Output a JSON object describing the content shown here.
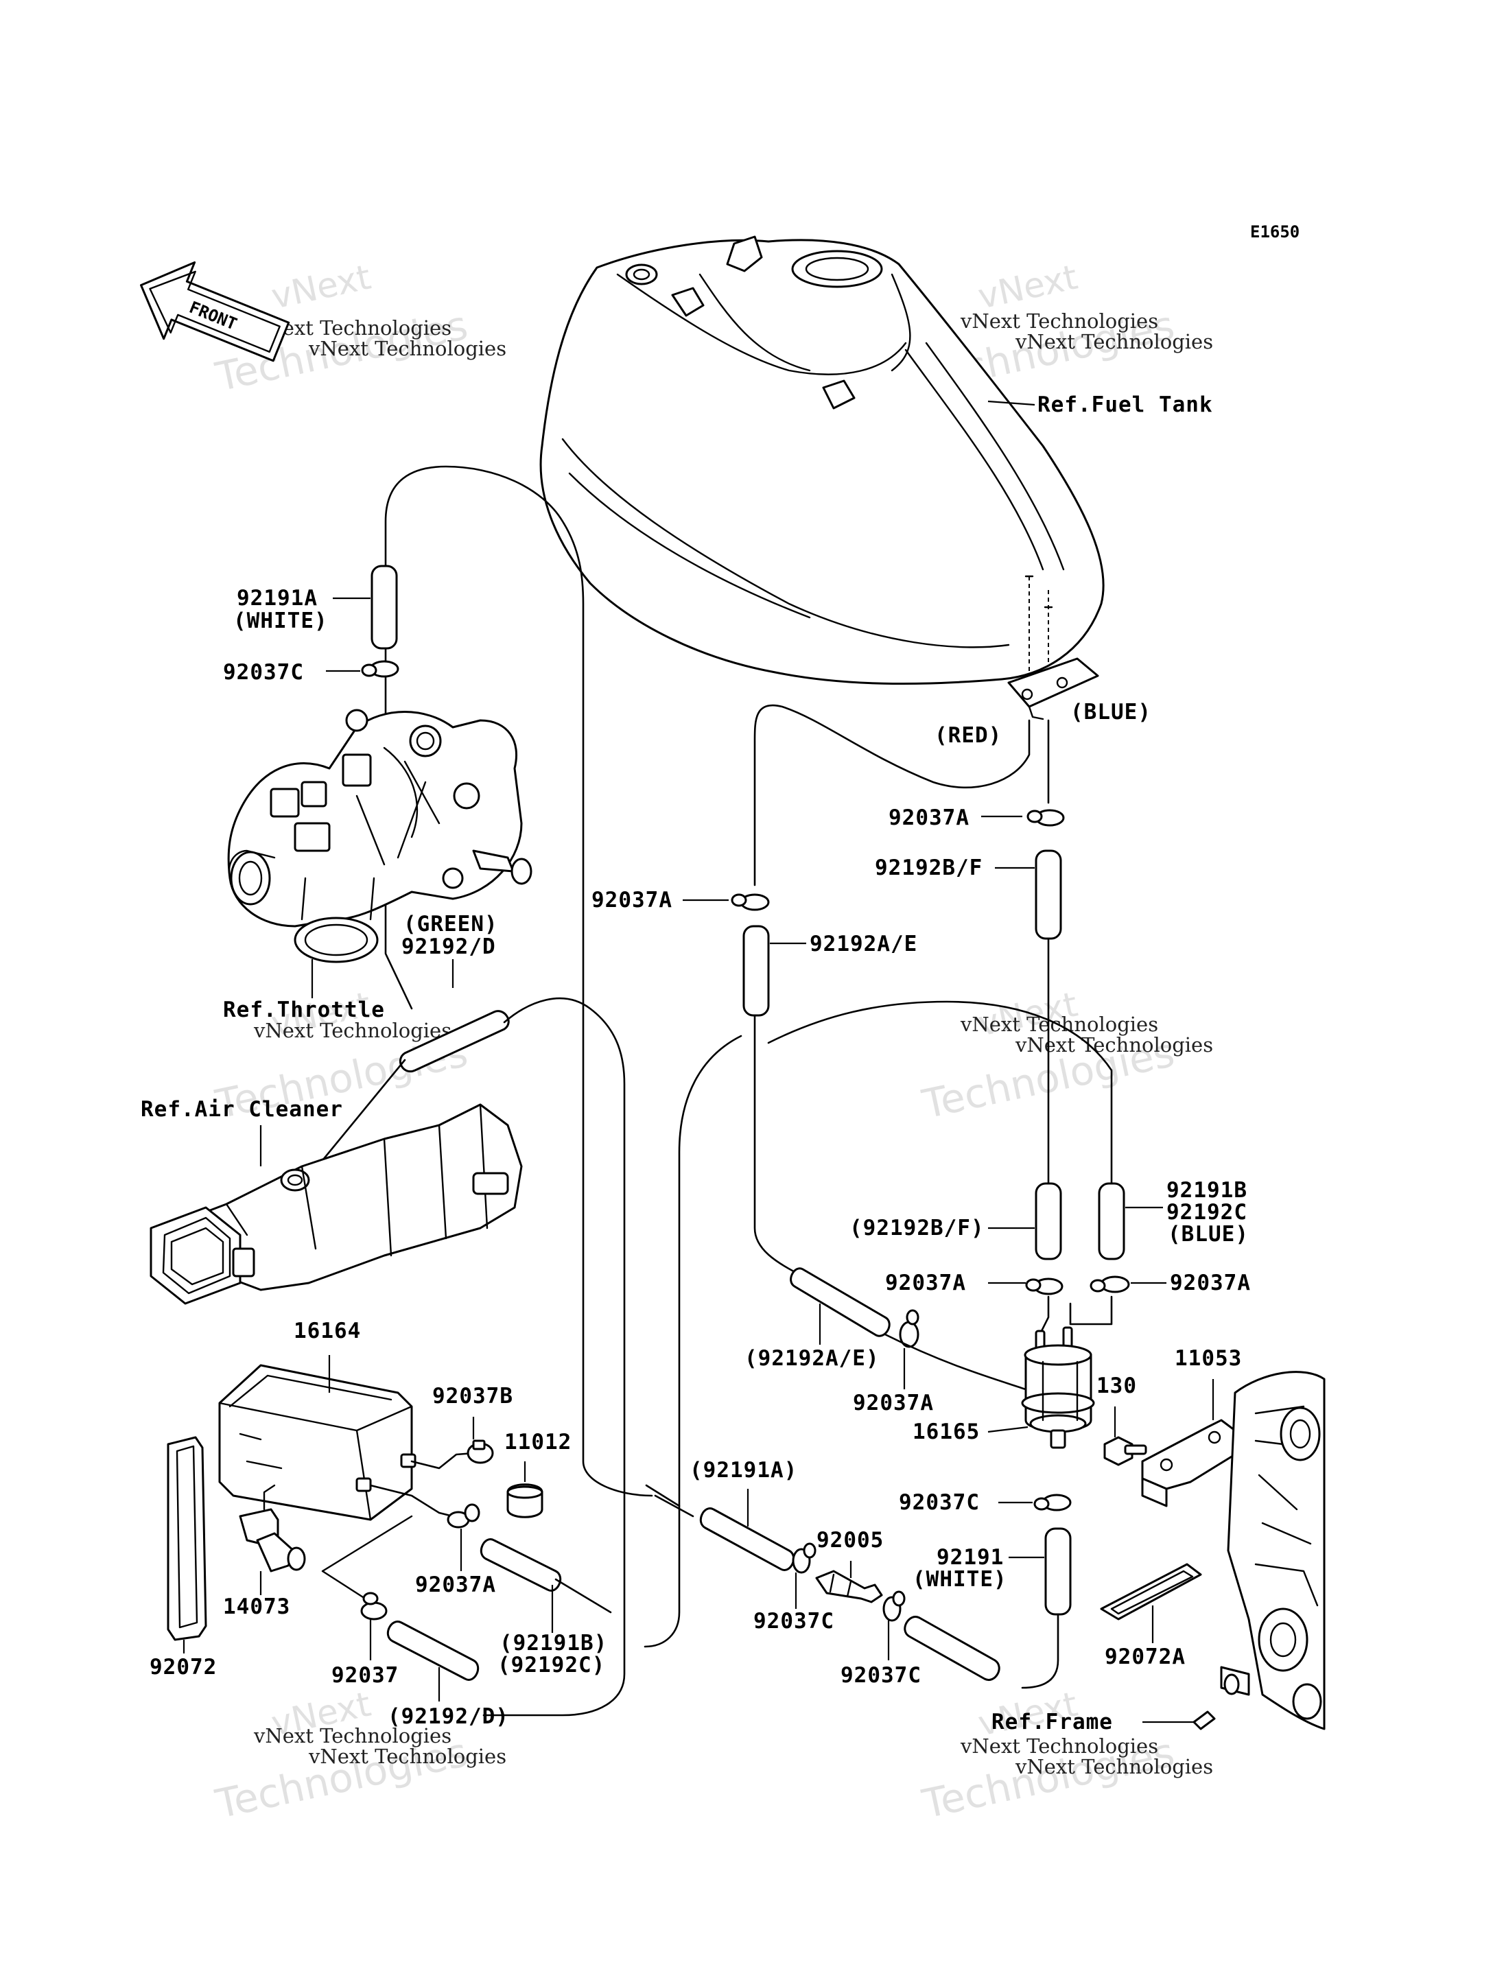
{
  "diagram_code": "E1650",
  "front_label": "FRONT",
  "watermark": {
    "big_line1": "vNext",
    "big_line2": "Technologies",
    "small": "vNext Technologies"
  },
  "references": {
    "fuel_tank": "Ref.Fuel Tank",
    "throttle": "Ref.Throttle",
    "air_cleaner": "Ref.Air Cleaner",
    "frame": "Ref.Frame"
  },
  "labels": {
    "p92191A": "92191A",
    "white1": "(WHITE)",
    "p92037C_top": "92037C",
    "red": "(RED)",
    "blue_top": "(BLUE)",
    "p92037A_1": "92037A",
    "p92192BF": "92192B/F",
    "p92037A_2": "92037A",
    "p92192AE": "92192A/E",
    "green": "(GREEN)",
    "p92192D": "92192/D",
    "p92191B": "92191B",
    "p92192C": "92192C",
    "blue2": "(BLUE)",
    "p92192BF_paren": "(92192B/F)",
    "p92037A_3": "92037A",
    "p92037A_4": "92037A",
    "p92192AE_paren": "(92192A/E)",
    "p92037A_5": "92037A",
    "p16165": "16165",
    "p130": "130",
    "p11053": "11053",
    "p16164": "16164",
    "p92037B": "92037B",
    "p11012": "11012",
    "p92191A_paren": "(92191A)",
    "p92005": "92005",
    "p92037C_mid": "92037C",
    "p92191": "92191",
    "white2": "(WHITE)",
    "p92037A_6": "92037A",
    "p92037C_l": "92037C",
    "p92037C_r": "92037C",
    "p92072": "92072",
    "p14073": "14073",
    "p92037": "92037",
    "p92191B_paren": "(92191B)",
    "p92192C_paren": "(92192C)",
    "p92192D_paren": "(92192/D)",
    "p92072A": "92072A"
  }
}
